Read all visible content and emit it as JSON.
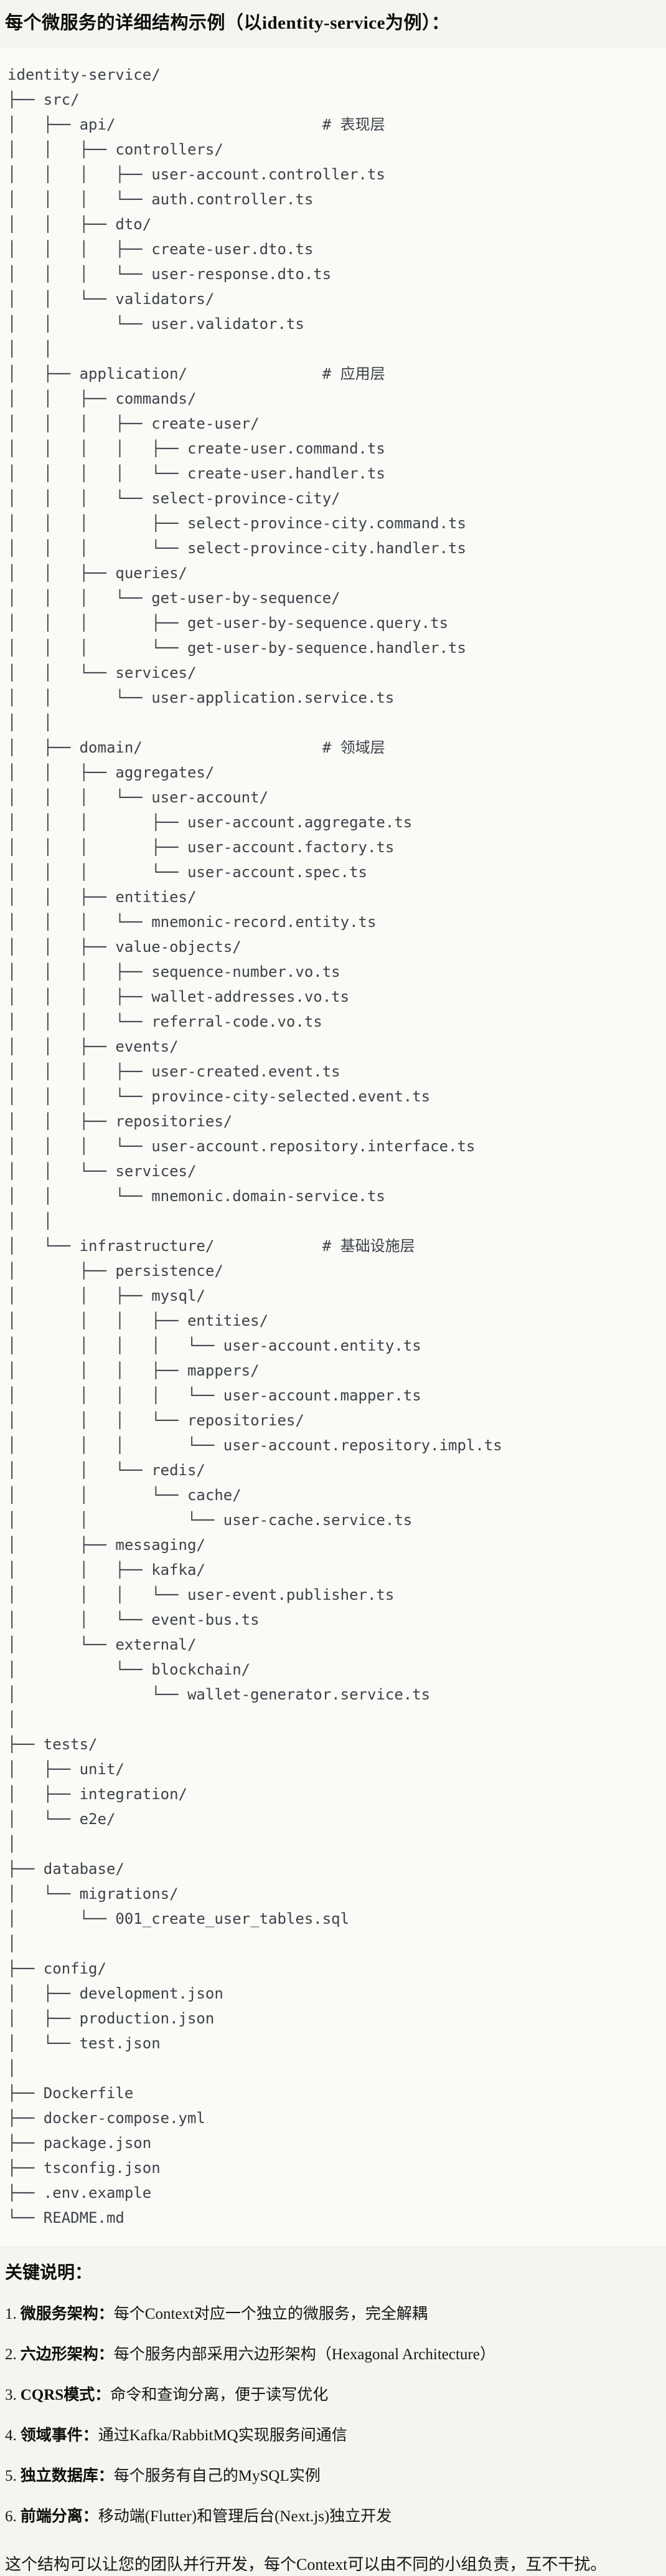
{
  "title": "每个微服务的详细结构示例（以identity-service为例）：",
  "colors": {
    "page_bg": "#f5f4ef",
    "code_bg": "#fafaf7",
    "code_border": "#e8e7e2",
    "code_text": "#3c4248",
    "body_text": "#141518"
  },
  "code_block": {
    "lines": [
      "identity-service/",
      "├── src/",
      "│   ├── api/                       # 表现层",
      "│   │   ├── controllers/",
      "│   │   │   ├── user-account.controller.ts",
      "│   │   │   └── auth.controller.ts",
      "│   │   ├── dto/",
      "│   │   │   ├── create-user.dto.ts",
      "│   │   │   └── user-response.dto.ts",
      "│   │   └── validators/",
      "│   │       └── user.validator.ts",
      "│   │",
      "│   ├── application/               # 应用层",
      "│   │   ├── commands/",
      "│   │   │   ├── create-user/",
      "│   │   │   │   ├── create-user.command.ts",
      "│   │   │   │   └── create-user.handler.ts",
      "│   │   │   └── select-province-city/",
      "│   │   │       ├── select-province-city.command.ts",
      "│   │   │       └── select-province-city.handler.ts",
      "│   │   ├── queries/",
      "│   │   │   └── get-user-by-sequence/",
      "│   │   │       ├── get-user-by-sequence.query.ts",
      "│   │   │       └── get-user-by-sequence.handler.ts",
      "│   │   └── services/",
      "│   │       └── user-application.service.ts",
      "│   │",
      "│   ├── domain/                    # 领域层",
      "│   │   ├── aggregates/",
      "│   │   │   └── user-account/",
      "│   │   │       ├── user-account.aggregate.ts",
      "│   │   │       ├── user-account.factory.ts",
      "│   │   │       └── user-account.spec.ts",
      "│   │   ├── entities/",
      "│   │   │   └── mnemonic-record.entity.ts",
      "│   │   ├── value-objects/",
      "│   │   │   ├── sequence-number.vo.ts",
      "│   │   │   ├── wallet-addresses.vo.ts",
      "│   │   │   └── referral-code.vo.ts",
      "│   │   ├── events/",
      "│   │   │   ├── user-created.event.ts",
      "│   │   │   └── province-city-selected.event.ts",
      "│   │   ├── repositories/",
      "│   │   │   └── user-account.repository.interface.ts",
      "│   │   └── services/",
      "│   │       └── mnemonic.domain-service.ts",
      "│   │",
      "│   └── infrastructure/            # 基础设施层",
      "│       ├── persistence/",
      "│       │   ├── mysql/",
      "│       │   │   ├── entities/",
      "│       │   │   │   └── user-account.entity.ts",
      "│       │   │   ├── mappers/",
      "│       │   │   │   └── user-account.mapper.ts",
      "│       │   │   └── repositories/",
      "│       │   │       └── user-account.repository.impl.ts",
      "│       │   └── redis/",
      "│       │       └── cache/",
      "│       │           └── user-cache.service.ts",
      "│       ├── messaging/",
      "│       │   ├── kafka/",
      "│       │   │   └── user-event.publisher.ts",
      "│       │   └── event-bus.ts",
      "│       └── external/",
      "│           └── blockchain/",
      "│               └── wallet-generator.service.ts",
      "│",
      "├── tests/",
      "│   ├── unit/",
      "│   ├── integration/",
      "│   └── e2e/",
      "│",
      "├── database/",
      "│   └── migrations/",
      "│       └── 001_create_user_tables.sql",
      "│",
      "├── config/",
      "│   ├── development.json",
      "│   ├── production.json",
      "│   └── test.json",
      "│",
      "├── Dockerfile",
      "├── docker-compose.yml",
      "├── package.json",
      "├── tsconfig.json",
      "├── .env.example",
      "└── README.md"
    ]
  },
  "notes": {
    "heading": "关键说明：",
    "items": [
      {
        "num": "1.",
        "label": "微服务架构：",
        "text": "每个Context对应一个独立的微服务，完全解耦"
      },
      {
        "num": "2.",
        "label": "六边形架构：",
        "text": "每个服务内部采用六边形架构（Hexagonal Architecture）"
      },
      {
        "num": "3.",
        "label": "CQRS模式：",
        "text": "命令和查询分离，便于读写优化"
      },
      {
        "num": "4.",
        "label": "领域事件：",
        "text": "通过Kafka/RabbitMQ实现服务间通信"
      },
      {
        "num": "5.",
        "label": "独立数据库：",
        "text": "每个服务有自己的MySQL实例"
      },
      {
        "num": "6.",
        "label": "前端分离：",
        "text": "移动端(Flutter)和管理后台(Next.js)独立开发"
      }
    ],
    "closing": "这个结构可以让您的团队并行开发，每个Context可以由不同的小组负责，互不干扰。"
  }
}
